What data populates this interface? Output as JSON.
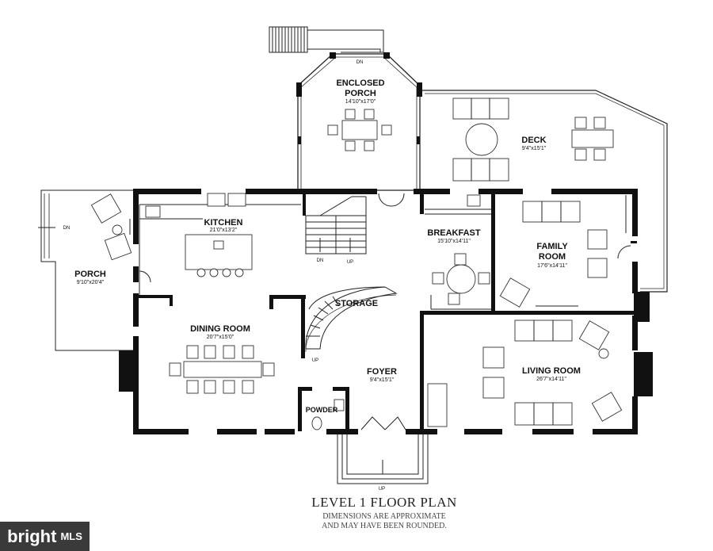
{
  "rooms": {
    "enclosed_porch": {
      "name_line1": "ENCLOSED",
      "name_line2": "PORCH",
      "dims": "14'10\"x17'0\""
    },
    "deck": {
      "name": "DECK",
      "dims": "9'4\"x15'1\""
    },
    "kitchen": {
      "name": "KITCHEN",
      "dims": "21'0\"x13'2\""
    },
    "porch": {
      "name": "PORCH",
      "dims": "9'10\"x20'4\""
    },
    "breakfast": {
      "name": "BREAKFAST",
      "dims": "15'10\"x14'11\""
    },
    "family_room": {
      "name_line1": "FAMILY",
      "name_line2": "ROOM",
      "dims": "17'6\"x14'11\""
    },
    "storage": {
      "name": "STORAGE"
    },
    "dining_room": {
      "name": "DINING ROOM",
      "dims": "20'7\"x15'0\""
    },
    "foyer": {
      "name": "FOYER",
      "dims": "9'4\"x15'1\""
    },
    "living_room": {
      "name": "LIVING ROOM",
      "dims": "26'7\"x14'11\""
    },
    "powder": {
      "name": "POWDER"
    }
  },
  "stair_labels": {
    "dn": "DN",
    "up": "UP"
  },
  "footer": {
    "title": "LEVEL 1 FLOOR PLAN",
    "note_line1": "DIMENSIONS ARE APPROXIMATE",
    "note_line2": "AND MAY HAVE BEEN ROUNDED."
  },
  "watermark": {
    "brand": "bright",
    "suffix": "MLS"
  },
  "colors": {
    "wall": "#111111",
    "line": "#222222",
    "background": "#ffffff",
    "watermark_bg": "#3a3a3a"
  }
}
